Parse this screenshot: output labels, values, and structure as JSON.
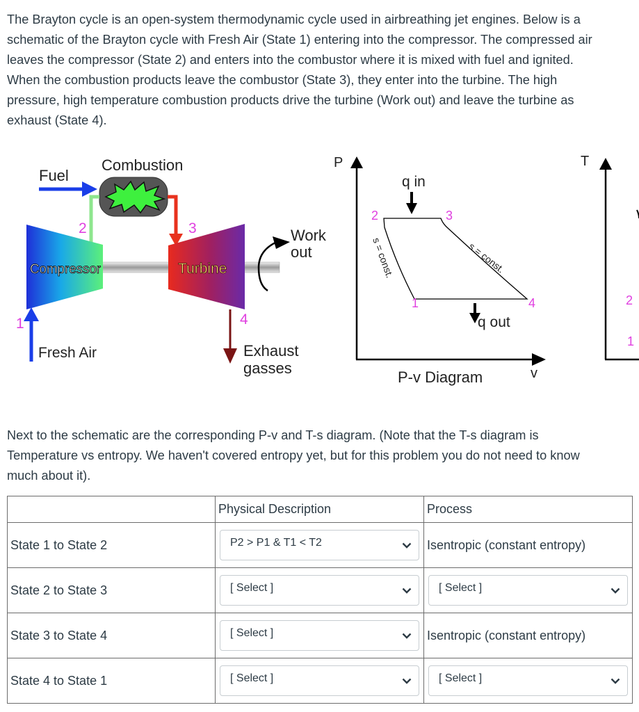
{
  "intro": [
    "The Brayton cycle is an open-system thermodynamic cycle used in airbreathing jet engines. Below is a",
    "schematic of the Brayton cycle with Fresh Air (State 1) entering into the compressor. The compressed air",
    "leaves the compressor (State 2) and enters into the combustor where it is mixed with fuel and ignited.",
    "When the combustion products leave the combustor (State 3), they enter into the turbine. The high",
    "pressure, high temperature combustion products drive the turbine (Work out) and leave the turbine as",
    "exhaust (State 4)."
  ],
  "note": [
    "Next to the schematic are the corresponding P-v and T-s diagram. (Note that the T-s diagram is",
    "Temperature vs entropy. We haven't covered entropy yet, but for this problem you do not need to know",
    "much about it)."
  ],
  "schematic": {
    "fuel": "Fuel",
    "combustion": "Combustion",
    "compressor": "Compressor",
    "turbine": "Turbine",
    "work_1": "Work",
    "work_2": "out",
    "fresh_air": "Fresh Air",
    "exhaust_1": "Exhaust",
    "exhaust_2": "gasses",
    "s1": "1",
    "s2": "2",
    "s3": "3",
    "s4": "4"
  },
  "pv": {
    "y_axis": "P",
    "x_axis": "v",
    "title": "P-v Diagram",
    "q_in": "q in",
    "q_out": "q out",
    "const_left": "s = const.",
    "const_right": "s = const.",
    "p1": "1",
    "p2": "2",
    "p3": "3",
    "p4": "4"
  },
  "ts": {
    "y_axis": "T",
    "p2": "2",
    "p1": "1"
  },
  "colors": {
    "state_label": "#e040e0",
    "fuel_arrow": "#1a3ee8",
    "exhaust_arrow": "#7a1414",
    "feed_green": "#8ee68e",
    "feed_red": "#e8321e"
  },
  "table": {
    "headers": [
      "",
      "Physical Description",
      "Process"
    ],
    "rows": [
      {
        "label": "State 1 to State 2",
        "description": "P2 > P1 & T1 < T2",
        "process": "Isentropic (constant entropy)"
      },
      {
        "label": "State 2 to State 3",
        "description": "[ Select ]",
        "process": "[ Select ]"
      },
      {
        "label": "State 3 to State 4",
        "description": "[ Select ]",
        "process": "Isentropic (constant entropy)"
      },
      {
        "label": "State 4 to State 1",
        "description": "[ Select ]",
        "process": "[ Select ]"
      }
    ]
  }
}
